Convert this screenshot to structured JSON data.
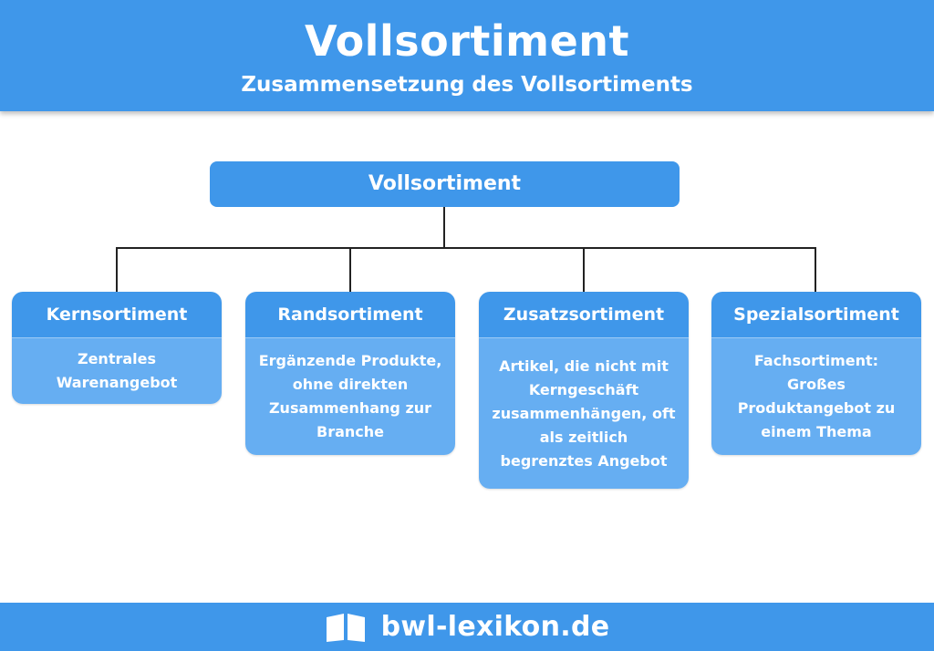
{
  "header": {
    "title": "Vollsortiment",
    "subtitle": "Zusammensetzung des Vollsortiments"
  },
  "diagram": {
    "root": "Vollsortiment",
    "nodes": [
      {
        "title": "Kernsortiment",
        "text": "Zentrales Warenangebot"
      },
      {
        "title": "Randsortiment",
        "text": "Ergänzende Produkte, ohne direkten Zusammenhang zur Branche"
      },
      {
        "title": "Zusatzsortiment",
        "text": "Artikel, die nicht mit Kerngeschäft zusammenhängen, oft als zeitlich begrenztes Angebot"
      },
      {
        "title": "Spezialsortiment",
        "text": "Fachsortiment: Großes Produktangebot zu einem Thema"
      }
    ]
  },
  "footer": {
    "brand": "bwl-lexikon.de",
    "logo_icon": "open-book-icon"
  },
  "colors": {
    "primary": "#3f97ea",
    "secondary": "#66aef2",
    "line": "#222222",
    "background": "#ffffff"
  }
}
